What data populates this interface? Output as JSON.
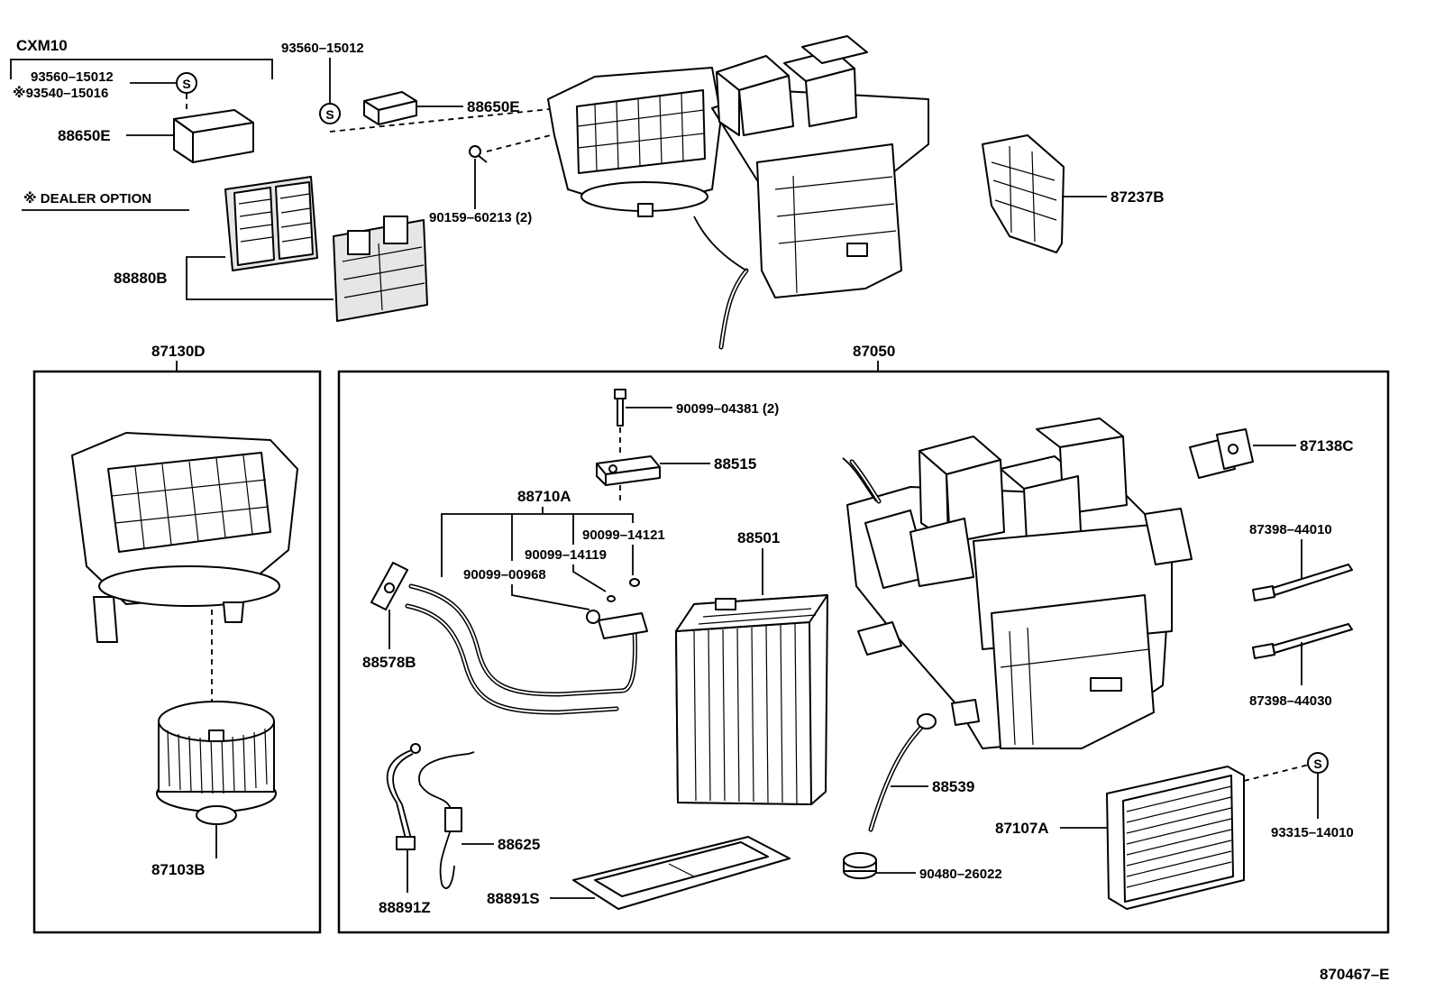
{
  "title_code": "CXM10",
  "dealer_option_note": "※ DEALER OPTION",
  "diagram_code": "870467–E",
  "group_labels": {
    "blower": "87130D",
    "unit": "87050"
  },
  "parts": {
    "p93560_cxm": "93560–15012",
    "p93540": "※93540–15016",
    "p88650e_left": "88650E",
    "p93560_top": "93560–15012",
    "p88650e_right": "88650E",
    "p90159": "90159–60213 (2)",
    "p87237b": "87237B",
    "p88880b": "88880B",
    "p87103b": "87103B",
    "p90099_04381": "90099–04381 (2)",
    "p88515": "88515",
    "p88710a": "88710A",
    "p90099_14121": "90099–14121",
    "p90099_14119": "90099–14119",
    "p90099_00968": "90099–00968",
    "p88578b": "88578B",
    "p88501": "88501",
    "p87138c": "87138C",
    "p87398_44010": "87398–44010",
    "p87398_44030": "87398–44030",
    "p88539": "88539",
    "p87107a": "87107A",
    "p93315": "93315–14010",
    "p88625": "88625",
    "p88891z": "88891Z",
    "p88891s": "88891S",
    "p90480": "90480–26022"
  },
  "symbols": {
    "sealant_mark": "S"
  }
}
